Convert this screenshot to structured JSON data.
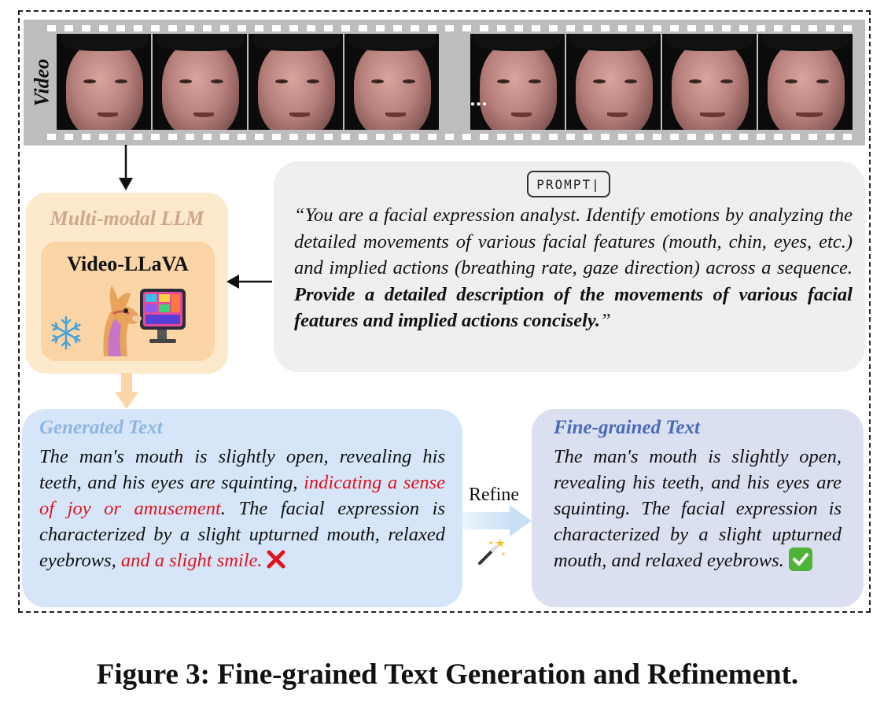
{
  "video_strip": {
    "label": "Video",
    "ellipsis": "...",
    "frame_count_left": 4,
    "frame_count_right": 4
  },
  "llm": {
    "title": "Multi-modal LLM",
    "model": "Video-LLaVA",
    "frozen_icon": "snowflake-icon",
    "mascot_icon": "llama-icon"
  },
  "prompt": {
    "badge": "PROMPT|",
    "text_plain": "“You are a facial expression analyst. Identify emotions by analyzing the detailed movements of various facial features (mouth, chin, eyes, etc.) and implied actions (breathing rate, gaze direction) across a sequence. ",
    "text_bold": "Provide a detailed description of the movements of various facial features and implied actions concisely.",
    "text_end": "”"
  },
  "generated": {
    "title": "Generated Text",
    "part1": "The man's mouth is slightly open, revealing his teeth, and his eyes are squinting, ",
    "part2_red": "indicating a sense of joy or amusement",
    "part3": ". The facial expression is characterized by a slight upturned mouth, relaxed eyebrows, ",
    "part4_red": "and a slight smile.",
    "status_icon": "cross-mark-icon"
  },
  "refine": {
    "label": "Refine",
    "icon": "magic-wand-icon"
  },
  "fine_grained": {
    "title": "Fine-grained Text",
    "text": "The man's mouth is slightly open, revealing his teeth, and his eyes are squinting. The facial expression is characterized by a slight upturned mouth, and relaxed eyebrows.",
    "status_icon": "check-mark-icon"
  },
  "caption": "Figure 3:  Fine-grained Text Generation and Refinement.",
  "colors": {
    "llm_outer": "#fde9cc",
    "llm_inner": "#fbd5a6",
    "prompt_bg": "#efefef",
    "generated_bg": "#d6e6f8",
    "fine_bg": "#dae0f0",
    "highlight_red": "#e0141e"
  }
}
